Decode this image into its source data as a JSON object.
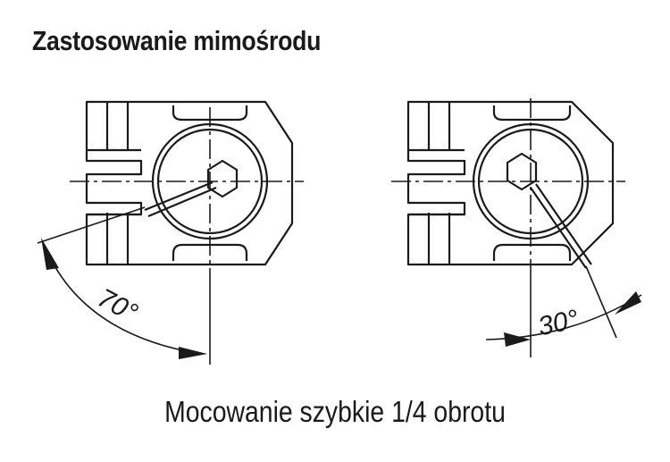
{
  "title": "Zastosowanie mimośrodu",
  "caption": "Mocowanie szybkie 1/4 obrotu",
  "figures": [
    {
      "angle_label": "70°"
    },
    {
      "angle_label": "30°"
    }
  ]
}
